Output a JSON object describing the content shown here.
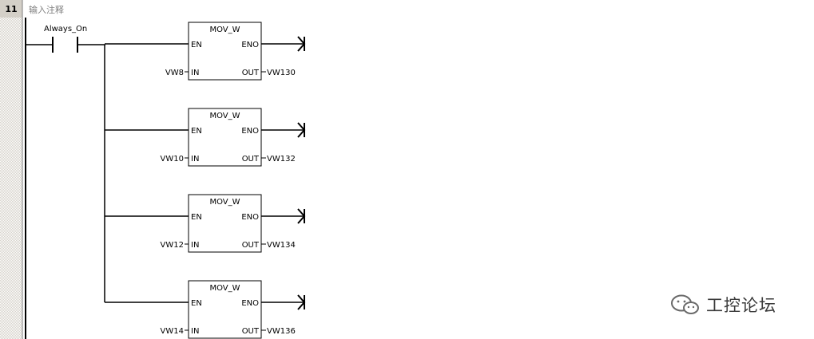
{
  "network": {
    "number": "11",
    "comment": "输入注释"
  },
  "contact": {
    "label": "Always_On"
  },
  "boxes": [
    {
      "title": "MOV_W",
      "en": "EN",
      "eno": "ENO",
      "in_pin": "IN",
      "out_pin": "OUT",
      "in_operand": "VW8",
      "out_operand": "VW130"
    },
    {
      "title": "MOV_W",
      "en": "EN",
      "eno": "ENO",
      "in_pin": "IN",
      "out_pin": "OUT",
      "in_operand": "VW10",
      "out_operand": "VW132"
    },
    {
      "title": "MOV_W",
      "en": "EN",
      "eno": "ENO",
      "in_pin": "IN",
      "out_pin": "OUT",
      "in_operand": "VW12",
      "out_operand": "VW134"
    },
    {
      "title": "MOV_W",
      "en": "EN",
      "eno": "ENO",
      "in_pin": "IN",
      "out_pin": "OUT",
      "in_operand": "VW14",
      "out_operand": "VW136"
    }
  ],
  "watermark": {
    "text": "工控论坛",
    "icon": "wechat-icon"
  }
}
